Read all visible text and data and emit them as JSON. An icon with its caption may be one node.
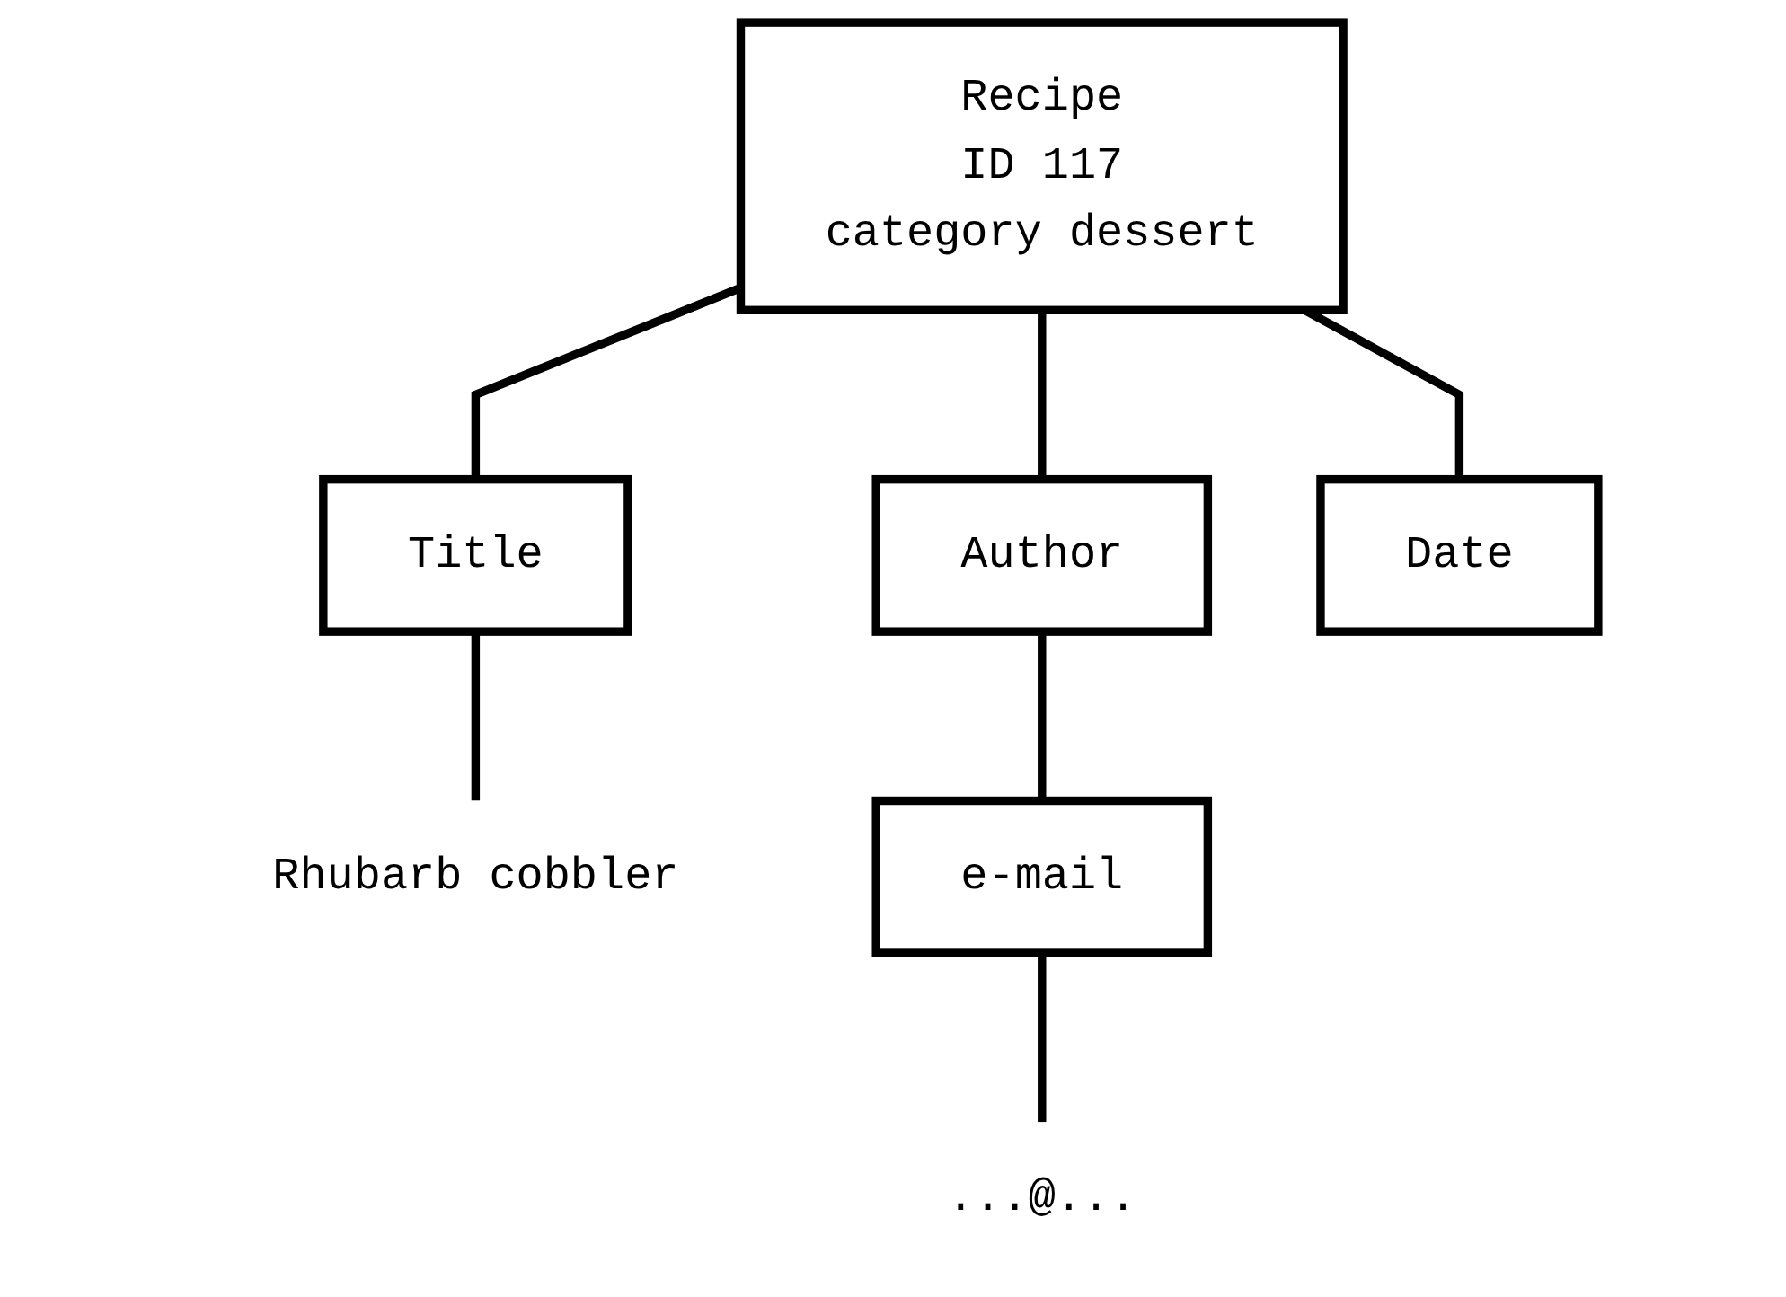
{
  "diagram": {
    "nodes": [
      {
        "text": [
          "Recipe",
          "ID 117",
          "category dessert"
        ]
      },
      {
        "text": [
          "Title"
        ]
      },
      {
        "text": [
          "Author"
        ]
      },
      {
        "text": [
          "Date"
        ]
      },
      {
        "text": [
          "Rhubarb cobbler"
        ]
      },
      {
        "text": [
          "e-mail"
        ]
      },
      {
        "text": [
          "...@..."
        ]
      }
    ],
    "edges": [
      {
        "from": 0,
        "to": 1,
        "arrow": "none"
      },
      {
        "from": 0,
        "to": 2,
        "arrow": "none"
      },
      {
        "from": 0,
        "to": 3,
        "arrow": "none"
      },
      {
        "from": 1,
        "to": 4,
        "arrow": "none"
      },
      {
        "from": 2,
        "to": 5,
        "arrow": "none"
      },
      {
        "from": 5,
        "to": 6,
        "arrow": "none"
      }
    ]
  }
}
